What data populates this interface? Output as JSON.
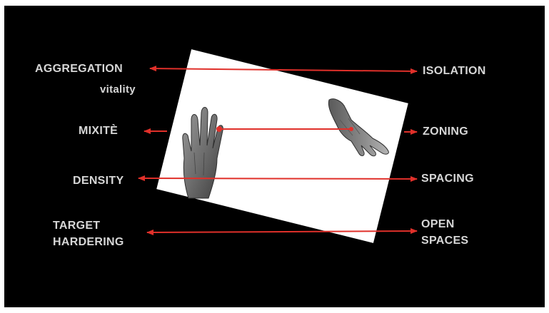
{
  "colors": {
    "background": "#000000",
    "card": "#ffffff",
    "arrow": "#e0302a",
    "label": "#d6d6d6"
  },
  "labels_left": {
    "aggregation": "AGGREGATION",
    "vitality": "vitality",
    "mixite": "MIXITÈ",
    "density": "DENSITY",
    "target_line1": "TARGET",
    "target_line2": "HARDERING"
  },
  "labels_right": {
    "isolation": "ISOLATION",
    "zoning": "ZONING",
    "spacing": "SPACING",
    "open_line1": "OPEN",
    "open_line2": "SPACES"
  },
  "icons": {
    "left_hand": "open-hand-illustration",
    "right_hand": "pointing-hand-illustration"
  }
}
